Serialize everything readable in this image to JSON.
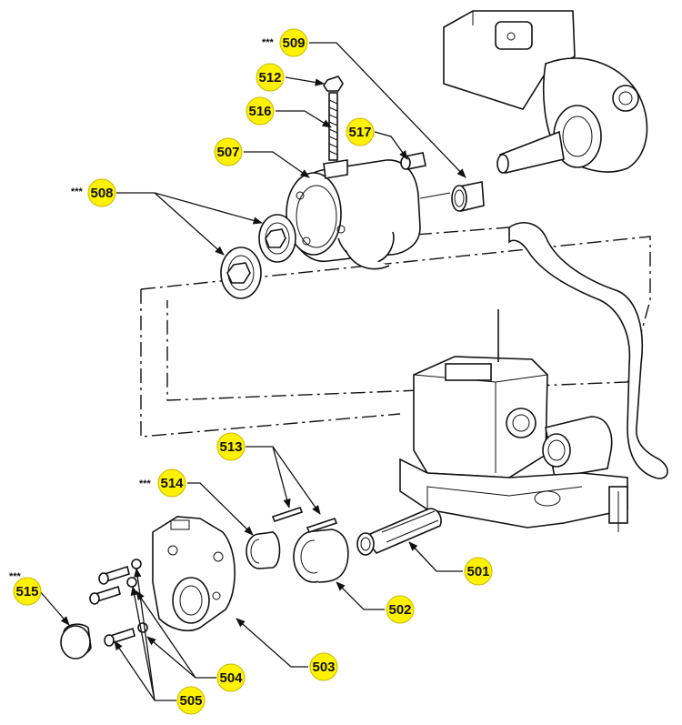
{
  "callouts": [
    {
      "id": "501",
      "label": "501",
      "prefix": ""
    },
    {
      "id": "502",
      "label": "502",
      "prefix": ""
    },
    {
      "id": "503",
      "label": "503",
      "prefix": ""
    },
    {
      "id": "504",
      "label": "504",
      "prefix": ""
    },
    {
      "id": "505",
      "label": "505",
      "prefix": ""
    },
    {
      "id": "507",
      "label": "507",
      "prefix": ""
    },
    {
      "id": "508",
      "label": "508",
      "prefix": "***"
    },
    {
      "id": "509",
      "label": "509",
      "prefix": "***"
    },
    {
      "id": "512",
      "label": "512",
      "prefix": ""
    },
    {
      "id": "513",
      "label": "513",
      "prefix": ""
    },
    {
      "id": "514",
      "label": "514",
      "prefix": "***"
    },
    {
      "id": "515",
      "label": "515",
      "prefix": "***"
    },
    {
      "id": "516",
      "label": "516",
      "prefix": ""
    },
    {
      "id": "517",
      "label": "517",
      "prefix": ""
    }
  ],
  "colors": {
    "badge": "#fff200",
    "line": "#111111",
    "background": "#ffffff"
  }
}
